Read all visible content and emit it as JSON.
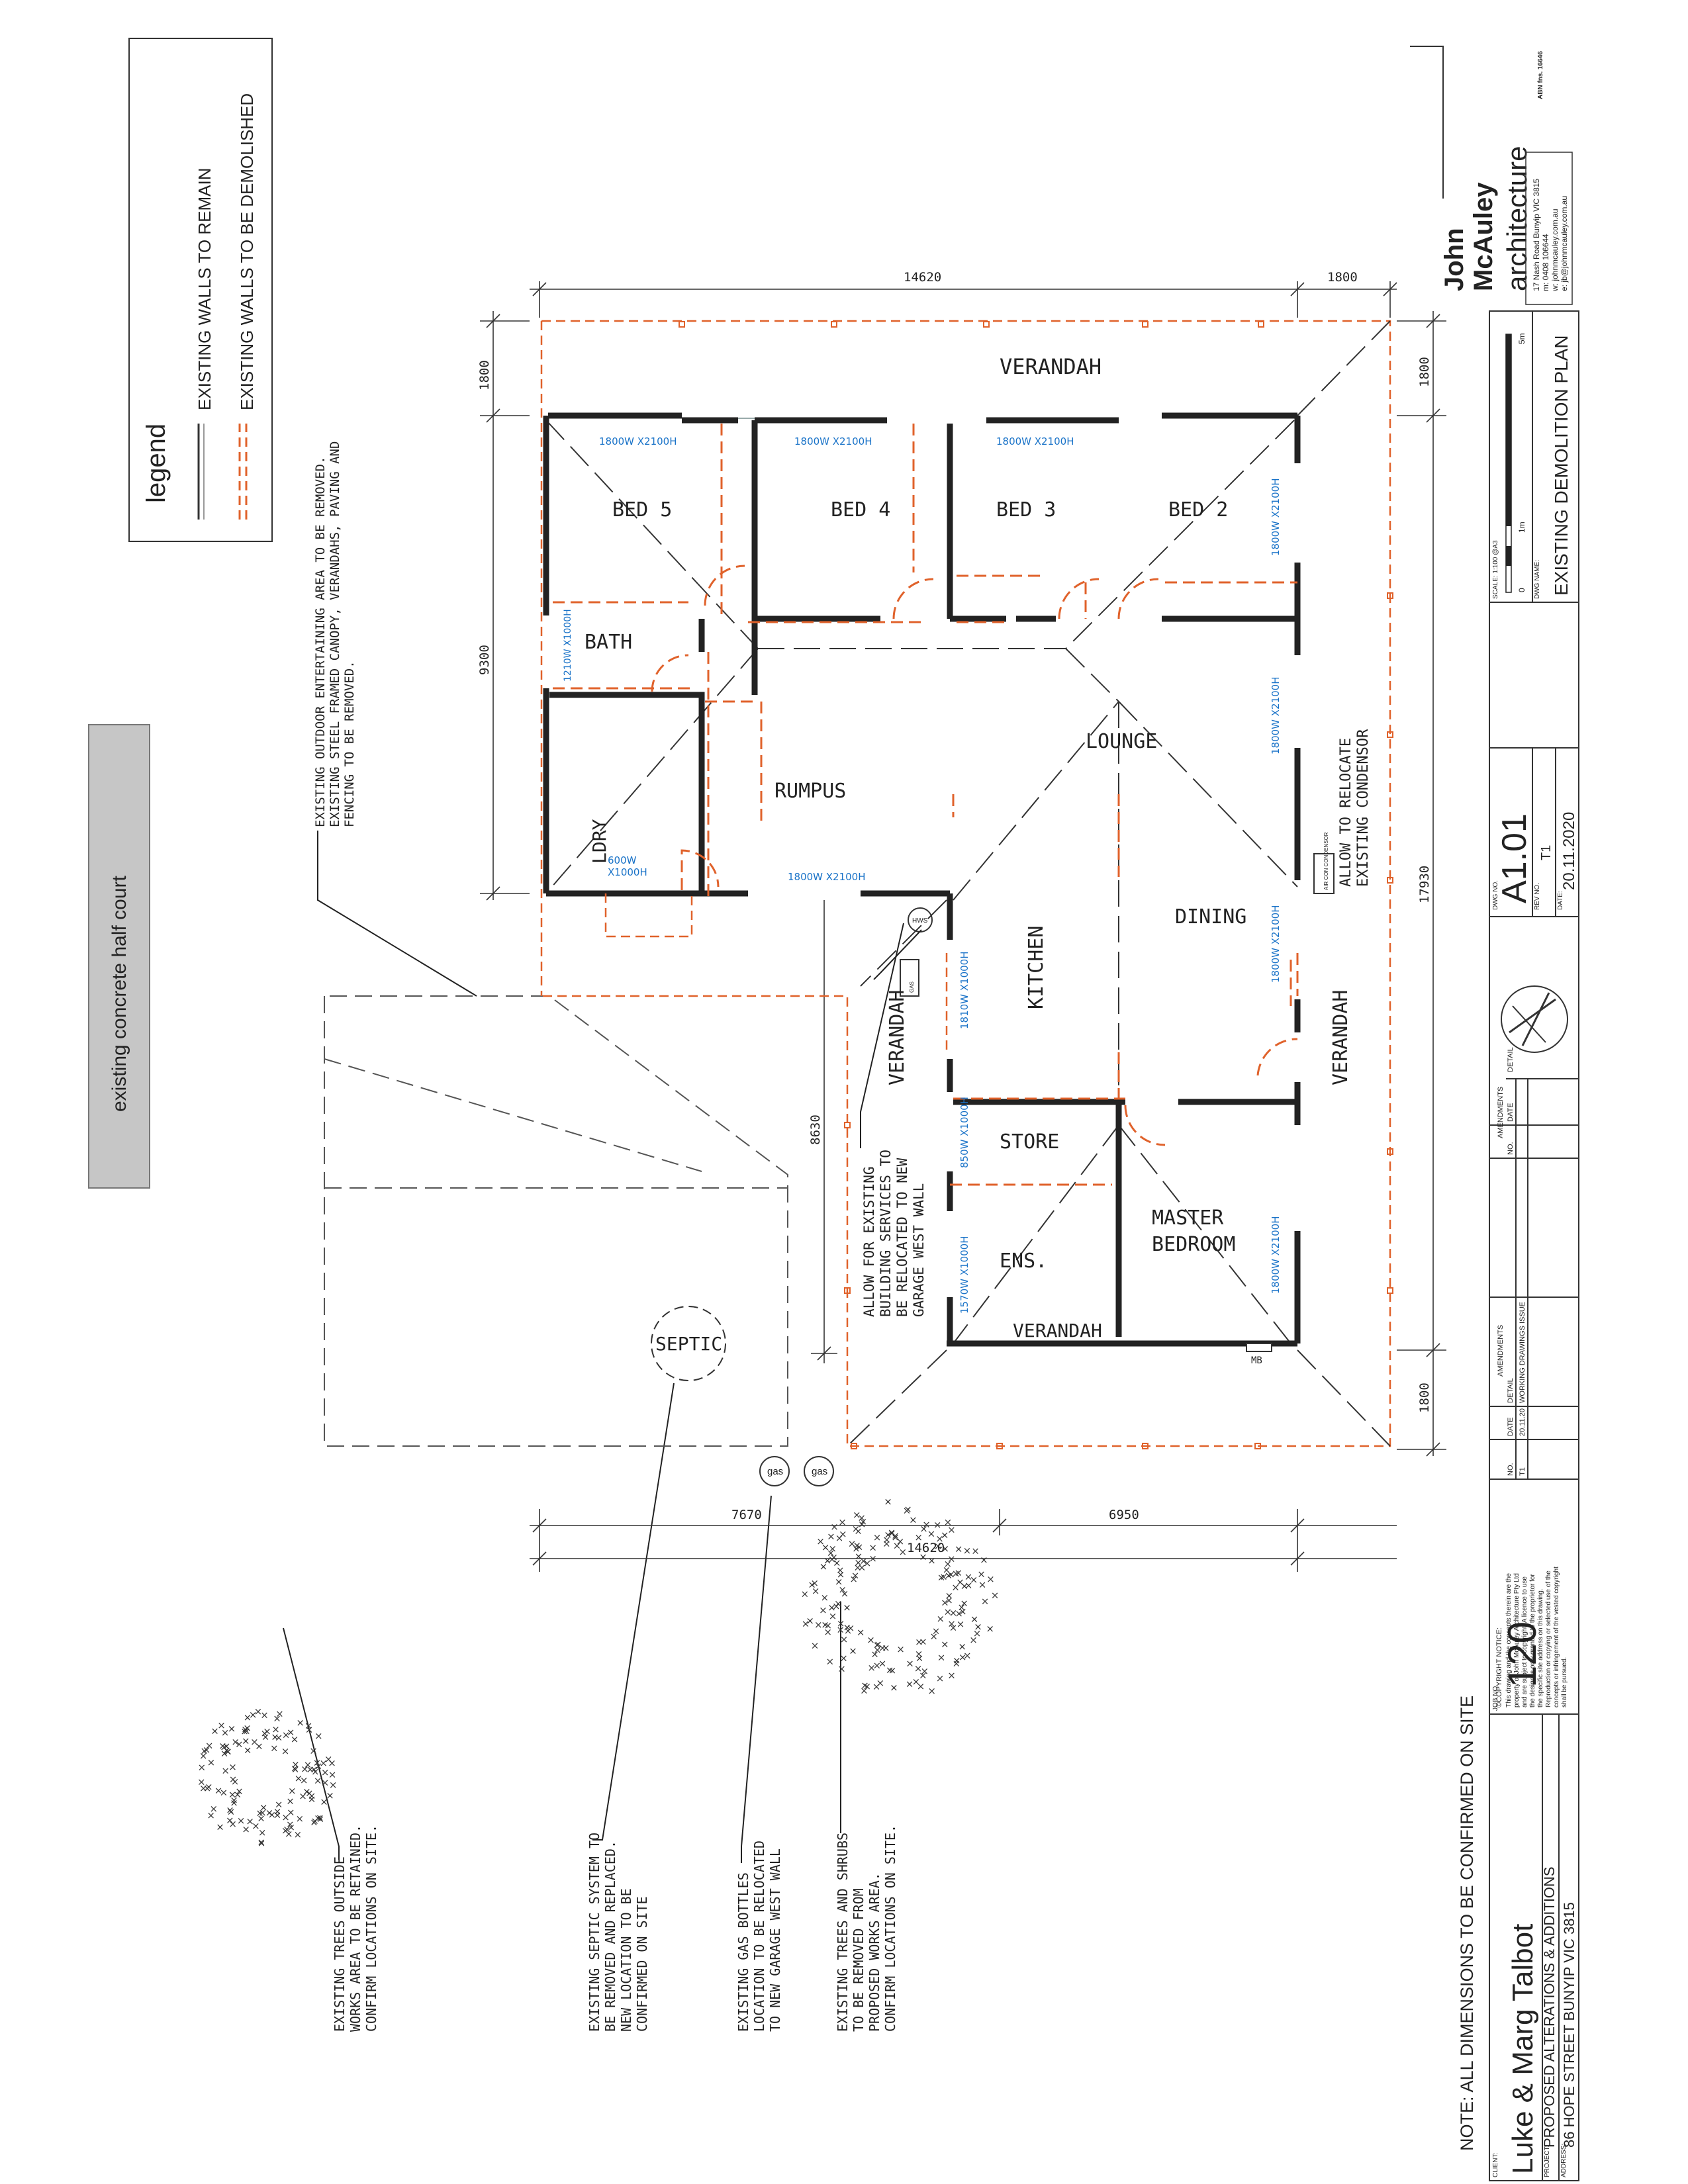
{
  "legend": {
    "title": "legend",
    "remain": "EXISTING WALLS TO REMAIN",
    "demolish": "EXISTING WALLS TO BE DEMOLISHED"
  },
  "court_label": "existing concrete half court",
  "notes": {
    "outdoor": [
      "EXISTING OUTDOOR ENTERTAINING AREA TO BE REMOVED.",
      "EXISTING STEEL FRAMED CANOPY, VERANDAHS, PAVING AND",
      "FENCING TO BE REMOVED."
    ],
    "condensor": [
      "ALLOW TO RELOCATE",
      "EXISTING CONDENSOR"
    ],
    "services": [
      "ALLOW FOR EXISTING",
      "BUILDING SERVICES TO",
      "BE RELOCATED TO NEW",
      "GARAGE WEST WALL"
    ],
    "trees_retained": [
      "EXISTING TREES OUTSIDE",
      "WORKS AREA TO BE RETAINED.",
      "CONFIRM LOCATIONS ON SITE."
    ],
    "septic": [
      "EXISTING SEPTIC SYSTEM TO",
      "BE REMOVED AND REPLACED.",
      "NEW LOCATION TO BE",
      "CONFIRMED ON SITE"
    ],
    "gas": [
      "EXISTING GAS BOTTLES",
      "LOCATION TO BE RELOCATED",
      "TO NEW GARAGE WEST WALL"
    ],
    "trees_removed": [
      "EXISTING TREES AND SHRUBS",
      "TO BE REMOVED FROM",
      "PROPOSED WORKS AREA.",
      "CONFIRM LOCATIONS ON SITE."
    ],
    "confirm": "NOTE: ALL DIMENSIONS TO BE CONFIRMED ON SITE"
  },
  "rooms": {
    "verandah_top": "VERANDAH",
    "bed5": "BED 5",
    "bed4": "BED 4",
    "bed3": "BED 3",
    "bed2": "BED 2",
    "bath": "BATH",
    "rumpus": "RUMPUS",
    "lounge": "LOUNGE",
    "ldry": "LDRY",
    "kitchen": "KITCHEN",
    "dining": "DINING",
    "verandah_west": "VERANDAH",
    "verandah_east": "VERANDAH",
    "store": "STORE",
    "ens": "ENS.",
    "master": [
      "MASTER",
      "BEDROOM"
    ],
    "verandah_bottom": "VERANDAH",
    "septic": "SEPTIC",
    "gas1": "gas",
    "gas2": "gas",
    "mb": "MB"
  },
  "windows": {
    "w1": "1800W X2100H",
    "w2": "1800W X2100H",
    "w3": "1800W X2100H",
    "w_bed2": "1800W X2100H",
    "w_lounge": "1800W X2100H",
    "w_dining": "1800W X2100H",
    "w_master": "1800W X2100H",
    "w_bath": "1210W X1000H",
    "w_ldry": [
      "600W",
      "X1000H"
    ],
    "w_rumpus": "1800W X2100H",
    "w_kitchen": "1810W X1000H",
    "w_store": "850W X1000H",
    "w_ens": "1570W X1000H"
  },
  "dimensions": {
    "top_main": "14620",
    "top_side": "1800",
    "left_top": "1800",
    "left_main": "9300",
    "right_top": "1800",
    "right_main": "17930",
    "right_bottom": "1800",
    "verandah_depth": "8630",
    "bottom_a": "7670",
    "bottom_b": "6950",
    "bottom_total": "14620"
  },
  "small_labels": {
    "condensor": "AIR CON CONDENSOR",
    "hws": "HWS",
    "boiler": "GAS"
  },
  "title_block": {
    "firm_name": [
      "John",
      "McAuley"
    ],
    "firm_type": "architecture",
    "firm_reg": "ABN fns. 16646",
    "address": [
      "17 Nash Road Bunyip VIC 3815",
      "m: 0408 106644",
      "w: johnmcauley.com.au",
      "e: jb@johnmcauley.com.au"
    ],
    "scale_label": "SCALE: 1:100 @A3",
    "scale_ticks": [
      "0",
      "1m",
      "5m"
    ],
    "dwg_name_label": "DWG NAME:",
    "dwg_name": "EXISTING DEMOLITION PLAN",
    "dwg_no_label": "DWG NO.",
    "dwg_no": "A1.01",
    "rev_label": "REV NO.",
    "rev": "T1",
    "date_label": "DATE:",
    "date": "20.11.2020",
    "amend_title": "AMENDMENTS",
    "amend_headers": [
      "NO.",
      "DATE",
      "DETAIL"
    ],
    "amend_rows": [
      [
        "T1",
        "20.11.20",
        "WORKING DRAWINGS ISSUE"
      ]
    ],
    "copyright_title": "©COPYRIGHT NOTICE:",
    "copyright_text": [
      "This drawing and the concepts therein are the",
      "property of John McAuley Architecture Pty Ltd",
      "and are subject to copyright. A licence to use",
      "the design is only granted to the proprietor for",
      "the specific site address on this drawing.",
      "Reproduction or copying or selected use of the",
      "concepts or infringement of the vested copyright",
      "shall be pursued."
    ],
    "job_label": "JOB NO.",
    "job_no": "120",
    "client_label": "CLIENT:",
    "client": "Luke & Marg Talbot",
    "project_label": "PROJECT:",
    "project": "PROPOSED ALTERATIONS & ADDITIONS",
    "address_label": "ADDRESS:",
    "site_address": "86 HOPE STREET BUNYIP VIC 3815"
  }
}
